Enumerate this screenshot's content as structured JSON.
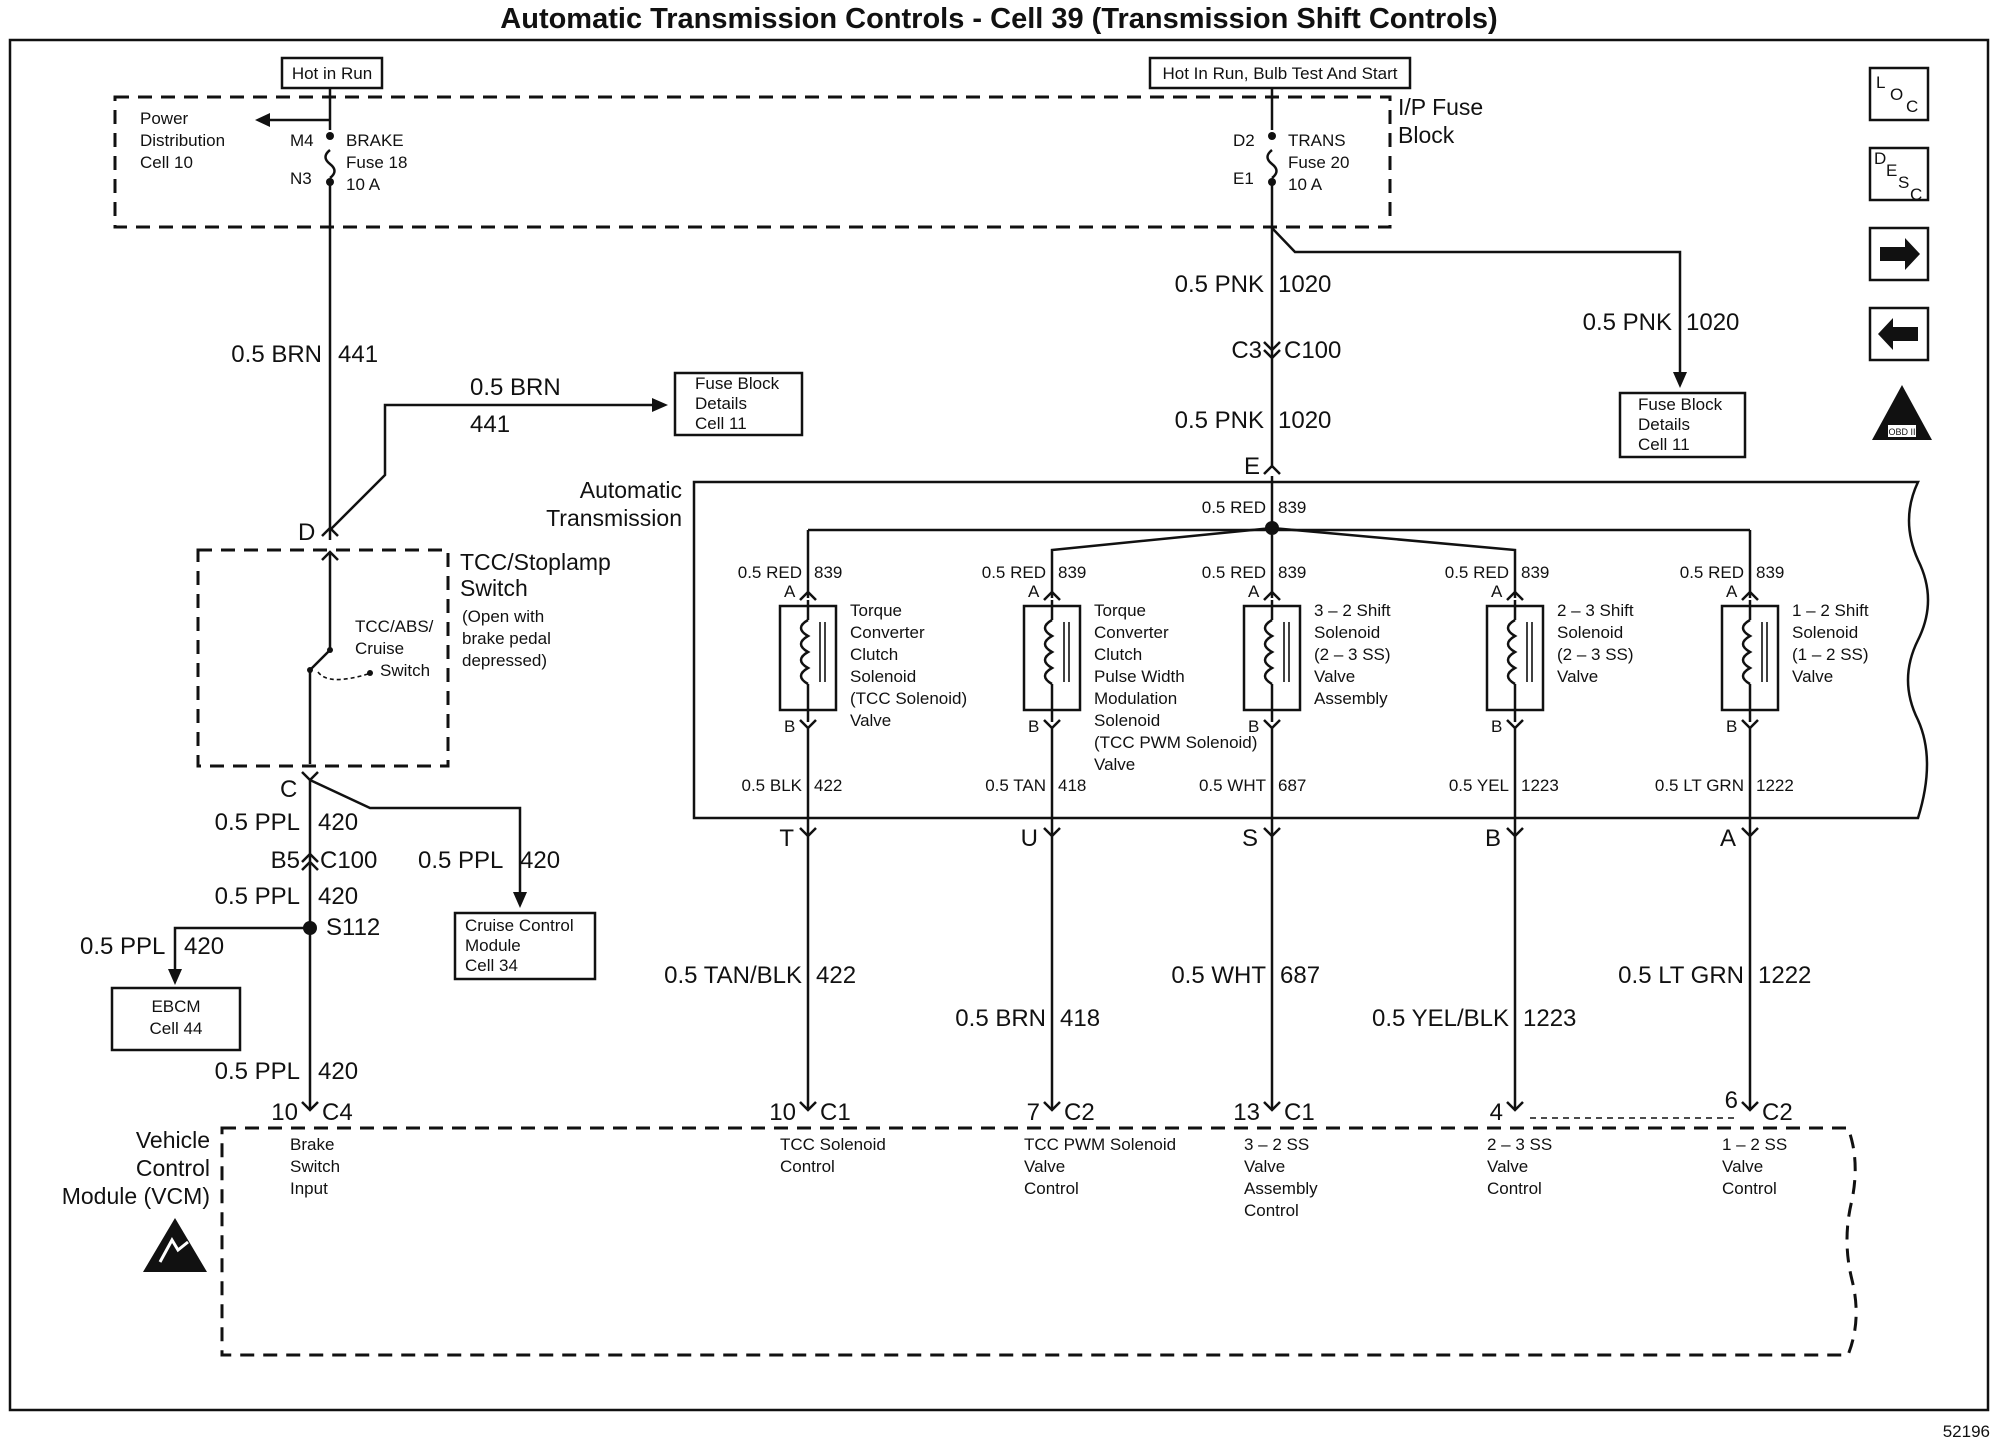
{
  "title": "Automatic Transmission Controls - Cell 39 (Transmission Shift Controls)",
  "hot_in_run": "Hot in Run",
  "hot_in_run_bulb": "Hot In Run, Bulb Test And Start",
  "ip_fuse_block": [
    "I/P Fuse",
    "Block"
  ],
  "power_distribution": [
    "Power",
    "Distribution",
    "Cell 10"
  ],
  "brake_fuse": {
    "pin_top": "M4",
    "pin_bottom": "N3",
    "lines": [
      "BRAKE",
      "Fuse 18",
      "10 A"
    ]
  },
  "trans_fuse": {
    "pin_top": "D2",
    "pin_bottom": "E1",
    "lines": [
      "TRANS",
      "Fuse 20",
      "10 A"
    ]
  },
  "nav_icons": {
    "loc": "LOC",
    "desc": "DESC",
    "next": "next-arrow",
    "prev": "prev-arrow",
    "obd": "OBD II"
  },
  "wires": {
    "brn_441_main": {
      "gauge": "0.5 BRN",
      "circuit": "441"
    },
    "brn_441_branch": {
      "gauge": "0.5 BRN",
      "circuit": "441"
    },
    "pnk_1020_a": {
      "gauge": "0.5 PNK",
      "circuit": "1020"
    },
    "pnk_1020_b": {
      "gauge": "0.5 PNK",
      "circuit": "1020"
    },
    "pnk_1020_c": {
      "gauge": "0.5 PNK",
      "circuit": "1020"
    },
    "ppl_420_a": {
      "gauge": "0.5 PPL",
      "circuit": "420"
    },
    "ppl_420_b": {
      "gauge": "0.5 PPL",
      "circuit": "420"
    },
    "ppl_420_c": {
      "gauge": "0.5 PPL",
      "circuit": "420"
    },
    "ppl_420_d": {
      "gauge": "0.5 PPL",
      "circuit": "420"
    },
    "ppl_420_e": {
      "gauge": "0.5 PPL",
      "circuit": "420"
    }
  },
  "connectors": {
    "c3_c100": {
      "left": "C3",
      "right": "C100"
    },
    "b5_c100": {
      "left": "B5",
      "right": "C100"
    },
    "splice": "S112",
    "pin_e": "E",
    "pin_d": "D",
    "pin_c": "C"
  },
  "fuse_block_details_1": [
    "Fuse Block",
    "Details",
    "Cell 11"
  ],
  "fuse_block_details_2": [
    "Fuse Block",
    "Details",
    "Cell 11"
  ],
  "cruise_module": [
    "Cruise Control",
    "Module",
    "Cell 34"
  ],
  "ebcm": [
    "EBCM",
    "Cell 44"
  ],
  "tcc_switch": {
    "title": [
      "TCC/Stoplamp",
      "Switch"
    ],
    "note": [
      "(Open with",
      "brake pedal",
      "depressed)"
    ],
    "inner": [
      "TCC/ABS/",
      "Cruise",
      "Switch"
    ]
  },
  "auto_trans": {
    "label": [
      "Automatic",
      "Transmission"
    ],
    "bus": {
      "gauge": "0.5 RED",
      "circuit": "839"
    }
  },
  "solenoids": [
    {
      "top_gauge": "0.5 RED",
      "top_circuit": "839",
      "pin_a": "A",
      "pin_b": "B",
      "name": [
        "Torque",
        "Converter",
        "Clutch",
        "Solenoid",
        "(TCC Solenoid)",
        "Valve"
      ],
      "bot_gauge": "0.5 BLK",
      "bot_circuit": "422",
      "conn_pin": "T",
      "harness_gauge": "0.5 TAN/BLK",
      "harness_circuit": "422",
      "vcm_pin": "10",
      "vcm_conn": "C1",
      "vcm_label": [
        "TCC Solenoid",
        "Control"
      ]
    },
    {
      "top_gauge": "0.5 RED",
      "top_circuit": "839",
      "pin_a": "A",
      "pin_b": "B",
      "name": [
        "Torque",
        "Converter",
        "Clutch",
        "Pulse Width",
        "Modulation",
        "Solenoid",
        "(TCC PWM Solenoid)",
        "Valve"
      ],
      "bot_gauge": "0.5 TAN",
      "bot_circuit": "418",
      "conn_pin": "U",
      "harness_gauge": "0.5 BRN",
      "harness_circuit": "418",
      "vcm_pin": "7",
      "vcm_conn": "C2",
      "vcm_label": [
        "TCC PWM Solenoid",
        "Valve",
        "Control"
      ]
    },
    {
      "top_gauge": "0.5 RED",
      "top_circuit": "839",
      "pin_a": "A",
      "pin_b": "B",
      "name": [
        "3 – 2 Shift",
        "Solenoid",
        "(2 – 3 SS)",
        "Valve",
        "Assembly"
      ],
      "bot_gauge": "0.5 WHT",
      "bot_circuit": "687",
      "conn_pin": "S",
      "harness_gauge": "0.5 WHT",
      "harness_circuit": "687",
      "vcm_pin": "13",
      "vcm_conn": "C1",
      "vcm_label": [
        "3 – 2 SS",
        "Valve",
        "Assembly",
        "Control"
      ]
    },
    {
      "top_gauge": "0.5 RED",
      "top_circuit": "839",
      "pin_a": "A",
      "pin_b": "B",
      "name": [
        "2 – 3 Shift",
        "Solenoid",
        "(2 – 3 SS)",
        "Valve"
      ],
      "bot_gauge": "0.5 YEL",
      "bot_circuit": "1223",
      "conn_pin": "B",
      "harness_gauge": "0.5 YEL/BLK",
      "harness_circuit": "1223",
      "vcm_pin": "4",
      "vcm_conn": "",
      "vcm_label": [
        "2 – 3 SS",
        "Valve",
        "Control"
      ]
    },
    {
      "top_gauge": "0.5 RED",
      "top_circuit": "839",
      "pin_a": "A",
      "pin_b": "B",
      "name": [
        "1 – 2 Shift",
        "Solenoid",
        "(1 – 2 SS)",
        "Valve"
      ],
      "bot_gauge": "0.5 LT GRN",
      "bot_circuit": "1222",
      "conn_pin": "A",
      "harness_gauge": "0.5 LT GRN",
      "harness_circuit": "1222",
      "vcm_pin": "6",
      "vcm_conn": "C2",
      "vcm_label": [
        "1 – 2 SS",
        "Valve",
        "Control"
      ]
    }
  ],
  "vcm": {
    "label": [
      "Vehicle",
      "Control",
      "Module (VCM)"
    ],
    "brake_pin": "10",
    "brake_conn": "C4",
    "brake_label": [
      "Brake",
      "Switch",
      "Input"
    ]
  },
  "page_code": "52196"
}
